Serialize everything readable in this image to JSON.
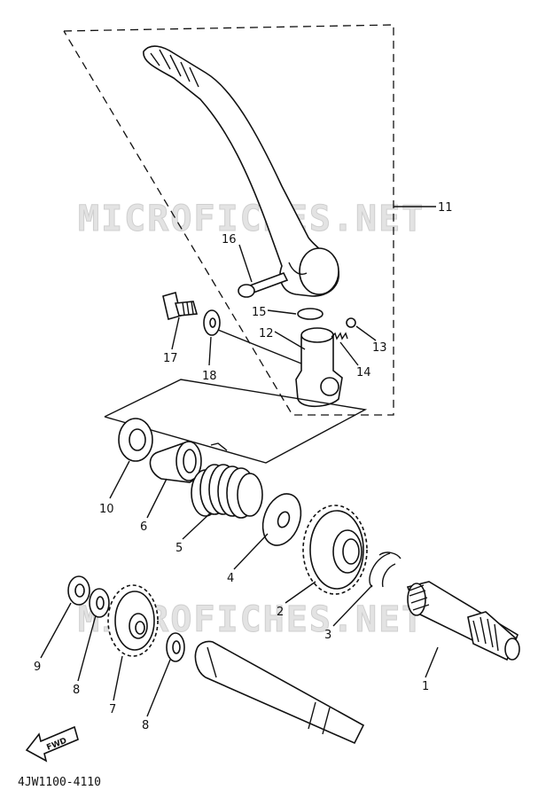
{
  "watermark": "MICROFICHES.NET",
  "diagram_code": "4JW1100-4110",
  "fwd_label": "FWD",
  "callouts": [
    "1",
    "2",
    "3",
    "4",
    "5",
    "6",
    "7",
    "8",
    "8",
    "9",
    "10",
    "11",
    "12",
    "13",
    "14",
    "15",
    "16",
    "17",
    "18"
  ]
}
